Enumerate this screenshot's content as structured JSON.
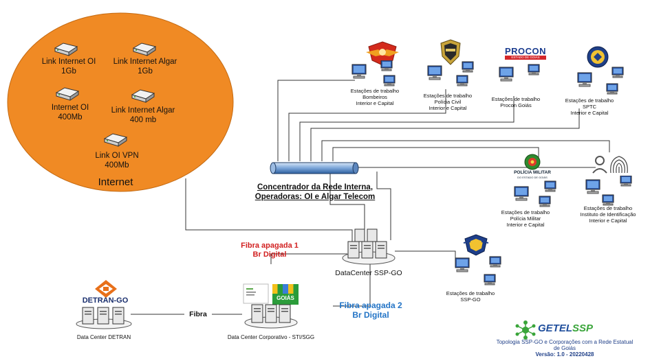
{
  "internet": {
    "label": "Internet",
    "links": [
      {
        "line1": "Link Internet OI",
        "line2": "1Gb"
      },
      {
        "line1": "Link Internet Algar",
        "line2": "1Gb"
      },
      {
        "line1": "Internet OI",
        "line2": "400Mb"
      },
      {
        "line1": "Link Internet Algar",
        "line2": "400 mb"
      },
      {
        "line1": "Link OI VPN",
        "line2": "400Mb"
      }
    ]
  },
  "concentrator": {
    "line1": "Concentrador da Rede Interna,",
    "line2": "Operadoras: OI e Algar Telecom"
  },
  "workstations": {
    "bombeiros": {
      "line1": "Estações de trabalho",
      "line2": "Bombeiros",
      "line3": "Interior e Capital"
    },
    "policia_civil": {
      "line1": "Estações de trabalho",
      "line2": "Polícia Civil",
      "line3": "Interior e Capital"
    },
    "procon": {
      "line1": "Estações de trabalho",
      "line2": "Procon Goiás"
    },
    "sptc": {
      "line1": "Estações de trabalho",
      "line2": "SPTC",
      "line3": "Interior e Capital"
    },
    "policia_militar": {
      "line1": "Estações de trabalho",
      "line2": "Polícia Militar",
      "line3": "Interior e Capital"
    },
    "identificacao": {
      "line1": "Estações de trabalho",
      "line2": "Instituto de Identificação",
      "line3": "Interior e Capital"
    },
    "ssp": {
      "line1": "Estações de trabalho",
      "line2": "SSP-GO"
    }
  },
  "logos": {
    "procon_title": "PROCON",
    "procon_sub": "ESTADO DE GOIÁS",
    "pm_title": "POLÍCIA MILITAR",
    "pm_sub": "DO ESTADO DE GOIÁS",
    "detran": "DETRAN-GO",
    "goias": "GOIÁS",
    "getel_prefix": "GETEL",
    "getel_suffix": "SSP"
  },
  "fiber": {
    "apagada1_line1": "Fibra apagada 1",
    "apagada1_line2": "Br Digital",
    "apagada2_line1": "Fibra apagada 2",
    "apagada2_line2": "Br Digital",
    "fibra": "Fibra"
  },
  "datacenters": {
    "ssp": "DataCenter SSP-GO",
    "detran": "Data Center DETRAN",
    "corporativo": "Data Center Corporativo - STI/SGG"
  },
  "footer": {
    "line1": "Topologia SSP-GO e Corporações com a Rede Estatual",
    "line2": "de Goiás",
    "line3": "Versão: 1.0 - 20220428"
  },
  "colors": {
    "cloud": "#f08a24",
    "red_label": "#d11f1f",
    "blue_label": "#2374c6",
    "getel_green": "#3aa53a",
    "getel_blue": "#1f4e9c"
  }
}
